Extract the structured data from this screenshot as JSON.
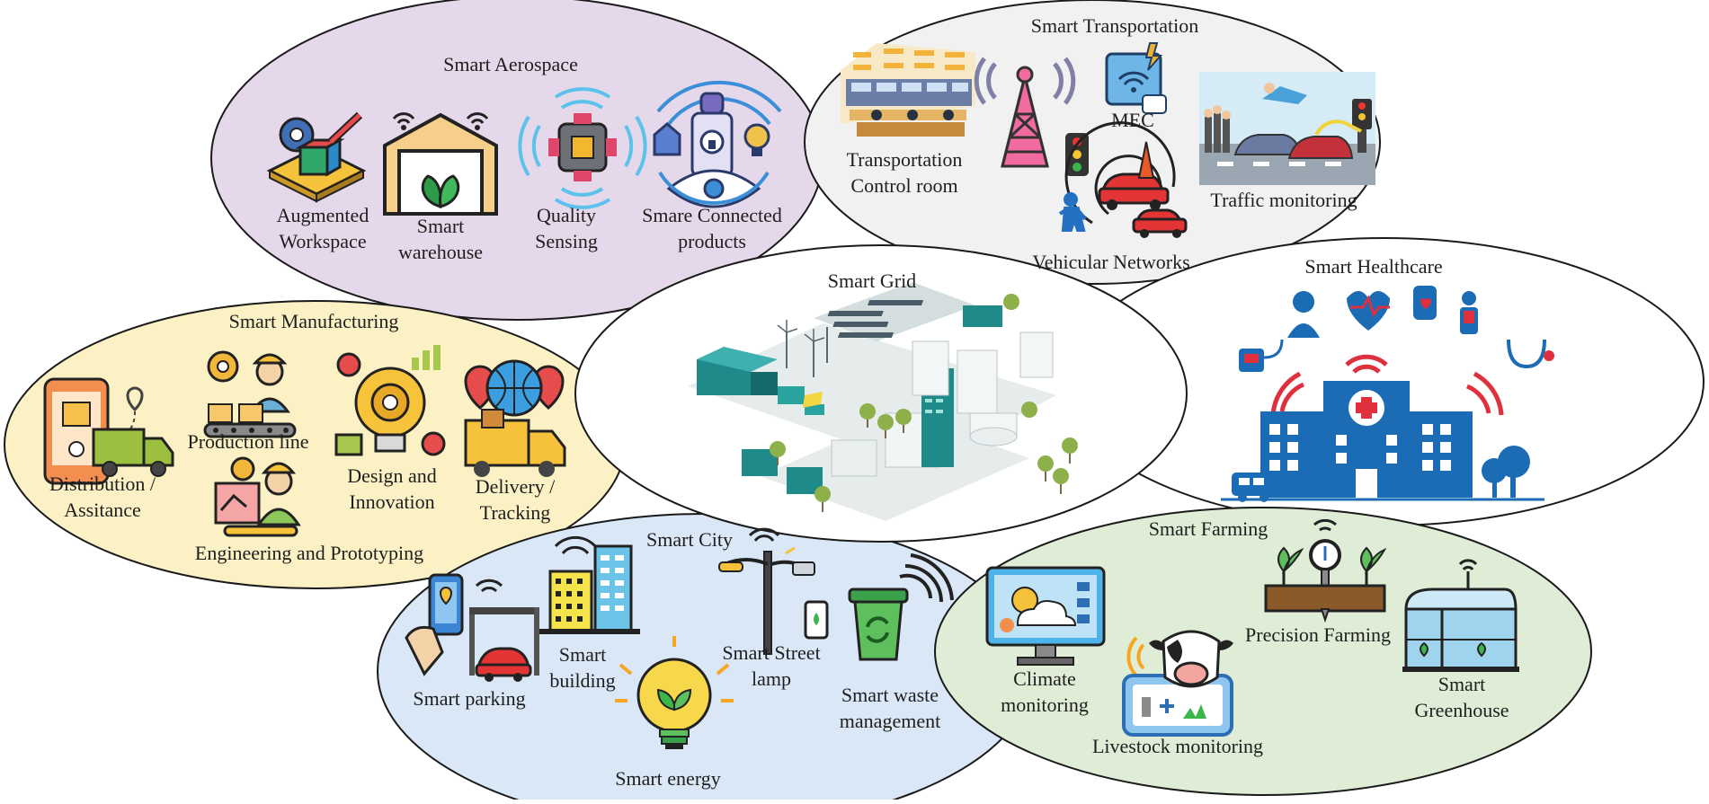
{
  "colors": {
    "aerospace_fill": "#e5d8ea",
    "transportation_fill": "#f1f1f1",
    "manufacturing_fill": "#fcf1c5",
    "grid_fill": "#ffffff",
    "healthcare_fill": "#ffffff",
    "city_fill": "#dae7f7",
    "farming_fill": "#dfedd7",
    "outline": "#1a1a1a",
    "hospital_blue": "#1c6bb5",
    "accent_red": "#e0303e"
  },
  "domains": {
    "aerospace": {
      "title": "Smart Aerospace",
      "items": [
        {
          "label": [
            "Augmented",
            "Workspace"
          ],
          "icon": "augmented-workspace-icon"
        },
        {
          "label": [
            "Smart",
            "warehouse"
          ],
          "icon": "smart-warehouse-icon"
        },
        {
          "label": [
            "Quality",
            "Sensing"
          ],
          "icon": "quality-sensing-chip-icon"
        },
        {
          "label": [
            "Smare Connected",
            "products"
          ],
          "icon": "connected-products-icon"
        }
      ]
    },
    "transportation": {
      "title": "Smart Transportation",
      "items": [
        {
          "label": [
            "Transportation",
            "Control room"
          ],
          "icon": "control-room-icon"
        },
        {
          "label": [],
          "icon": "radio-tower-icon"
        },
        {
          "label": [
            "MEC"
          ],
          "icon": "mec-server-icon"
        },
        {
          "label": [
            "Vehicular Networks"
          ],
          "icon": "vehicular-network-icon"
        },
        {
          "label": [
            "Traffic monitoring"
          ],
          "icon": "traffic-accident-icon"
        }
      ]
    },
    "manufacturing": {
      "title": "Smart Manufacturing",
      "items": [
        {
          "label": [
            "Distribution /",
            "Assitance"
          ],
          "icon": "distribution-phone-truck-icon"
        },
        {
          "label": [
            "Production line"
          ],
          "icon": "production-line-worker-icon"
        },
        {
          "label": [
            "Design and",
            "Innovation"
          ],
          "icon": "design-lightbulb-gear-icon"
        },
        {
          "label": [
            "Delivery /",
            "Tracking"
          ],
          "icon": "delivery-truck-globe-icon"
        },
        {
          "label": [
            "Engineering and Prototyping"
          ],
          "icon": "engineering-worker-icon"
        }
      ]
    },
    "grid": {
      "title": "Smart Grid",
      "items": [
        {
          "label": [],
          "icon": "smart-grid-city-icon"
        }
      ]
    },
    "healthcare": {
      "title": "Smart Healthcare",
      "items": [
        {
          "label": [],
          "icon": "smart-hospital-icon"
        }
      ]
    },
    "city": {
      "title": "Smart City",
      "items": [
        {
          "label": [
            "Smart parking"
          ],
          "icon": "smart-parking-icon"
        },
        {
          "label": [
            "Smart",
            "building"
          ],
          "icon": "smart-building-icon"
        },
        {
          "label": [
            "Smart Street",
            "lamp"
          ],
          "icon": "smart-street-lamp-icon"
        },
        {
          "label": [
            "Smart waste",
            "management"
          ],
          "icon": "smart-waste-bin-icon"
        },
        {
          "label": [
            "Smart energy"
          ],
          "icon": "smart-energy-bulb-icon"
        }
      ]
    },
    "farming": {
      "title": "Smart Farming",
      "items": [
        {
          "label": [
            "Climate",
            "monitoring"
          ],
          "icon": "climate-monitor-icon"
        },
        {
          "label": [
            "Precision Farming"
          ],
          "icon": "precision-farming-icon"
        },
        {
          "label": [
            "Smart",
            "Greenhouse"
          ],
          "icon": "smart-greenhouse-icon"
        },
        {
          "label": [
            "Livestock monitoring"
          ],
          "icon": "livestock-cow-icon"
        }
      ]
    }
  }
}
